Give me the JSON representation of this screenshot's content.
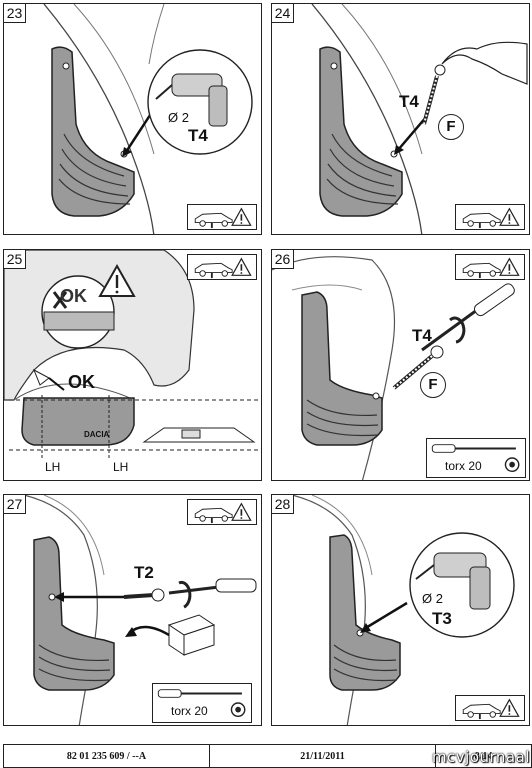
{
  "panels": [
    {
      "step": "23",
      "labels": {
        "diameter": "Ø 2",
        "tool": "T4"
      }
    },
    {
      "step": "24",
      "labels": {
        "tool": "T4",
        "part": "F"
      }
    },
    {
      "step": "25",
      "labels": {
        "ok": "OK",
        "not_ok": "OK",
        "lh_left": "LH",
        "lh_right": "LH",
        "brand": "DACIA"
      }
    },
    {
      "step": "26",
      "labels": {
        "tool": "T4",
        "part": "F",
        "tool_box": "torx 20"
      }
    },
    {
      "step": "27",
      "labels": {
        "tool": "T2",
        "tool_box": "torx 20"
      }
    },
    {
      "step": "28",
      "labels": {
        "diameter": "Ø 2",
        "tool": "T3"
      }
    }
  ],
  "footer": {
    "reference": "82 01 235 609 / --A",
    "date": "21/11/2011",
    "page": "8/14"
  },
  "watermark": "mcvjournaal",
  "icons": [
    "car-lift-warning-icon",
    "drill-icon",
    "screwdriver-icon",
    "torx-icon",
    "hand-icon",
    "warning-triangle-icon",
    "spirit-level-icon",
    "box-icon",
    "rotate-arrow-icon"
  ]
}
